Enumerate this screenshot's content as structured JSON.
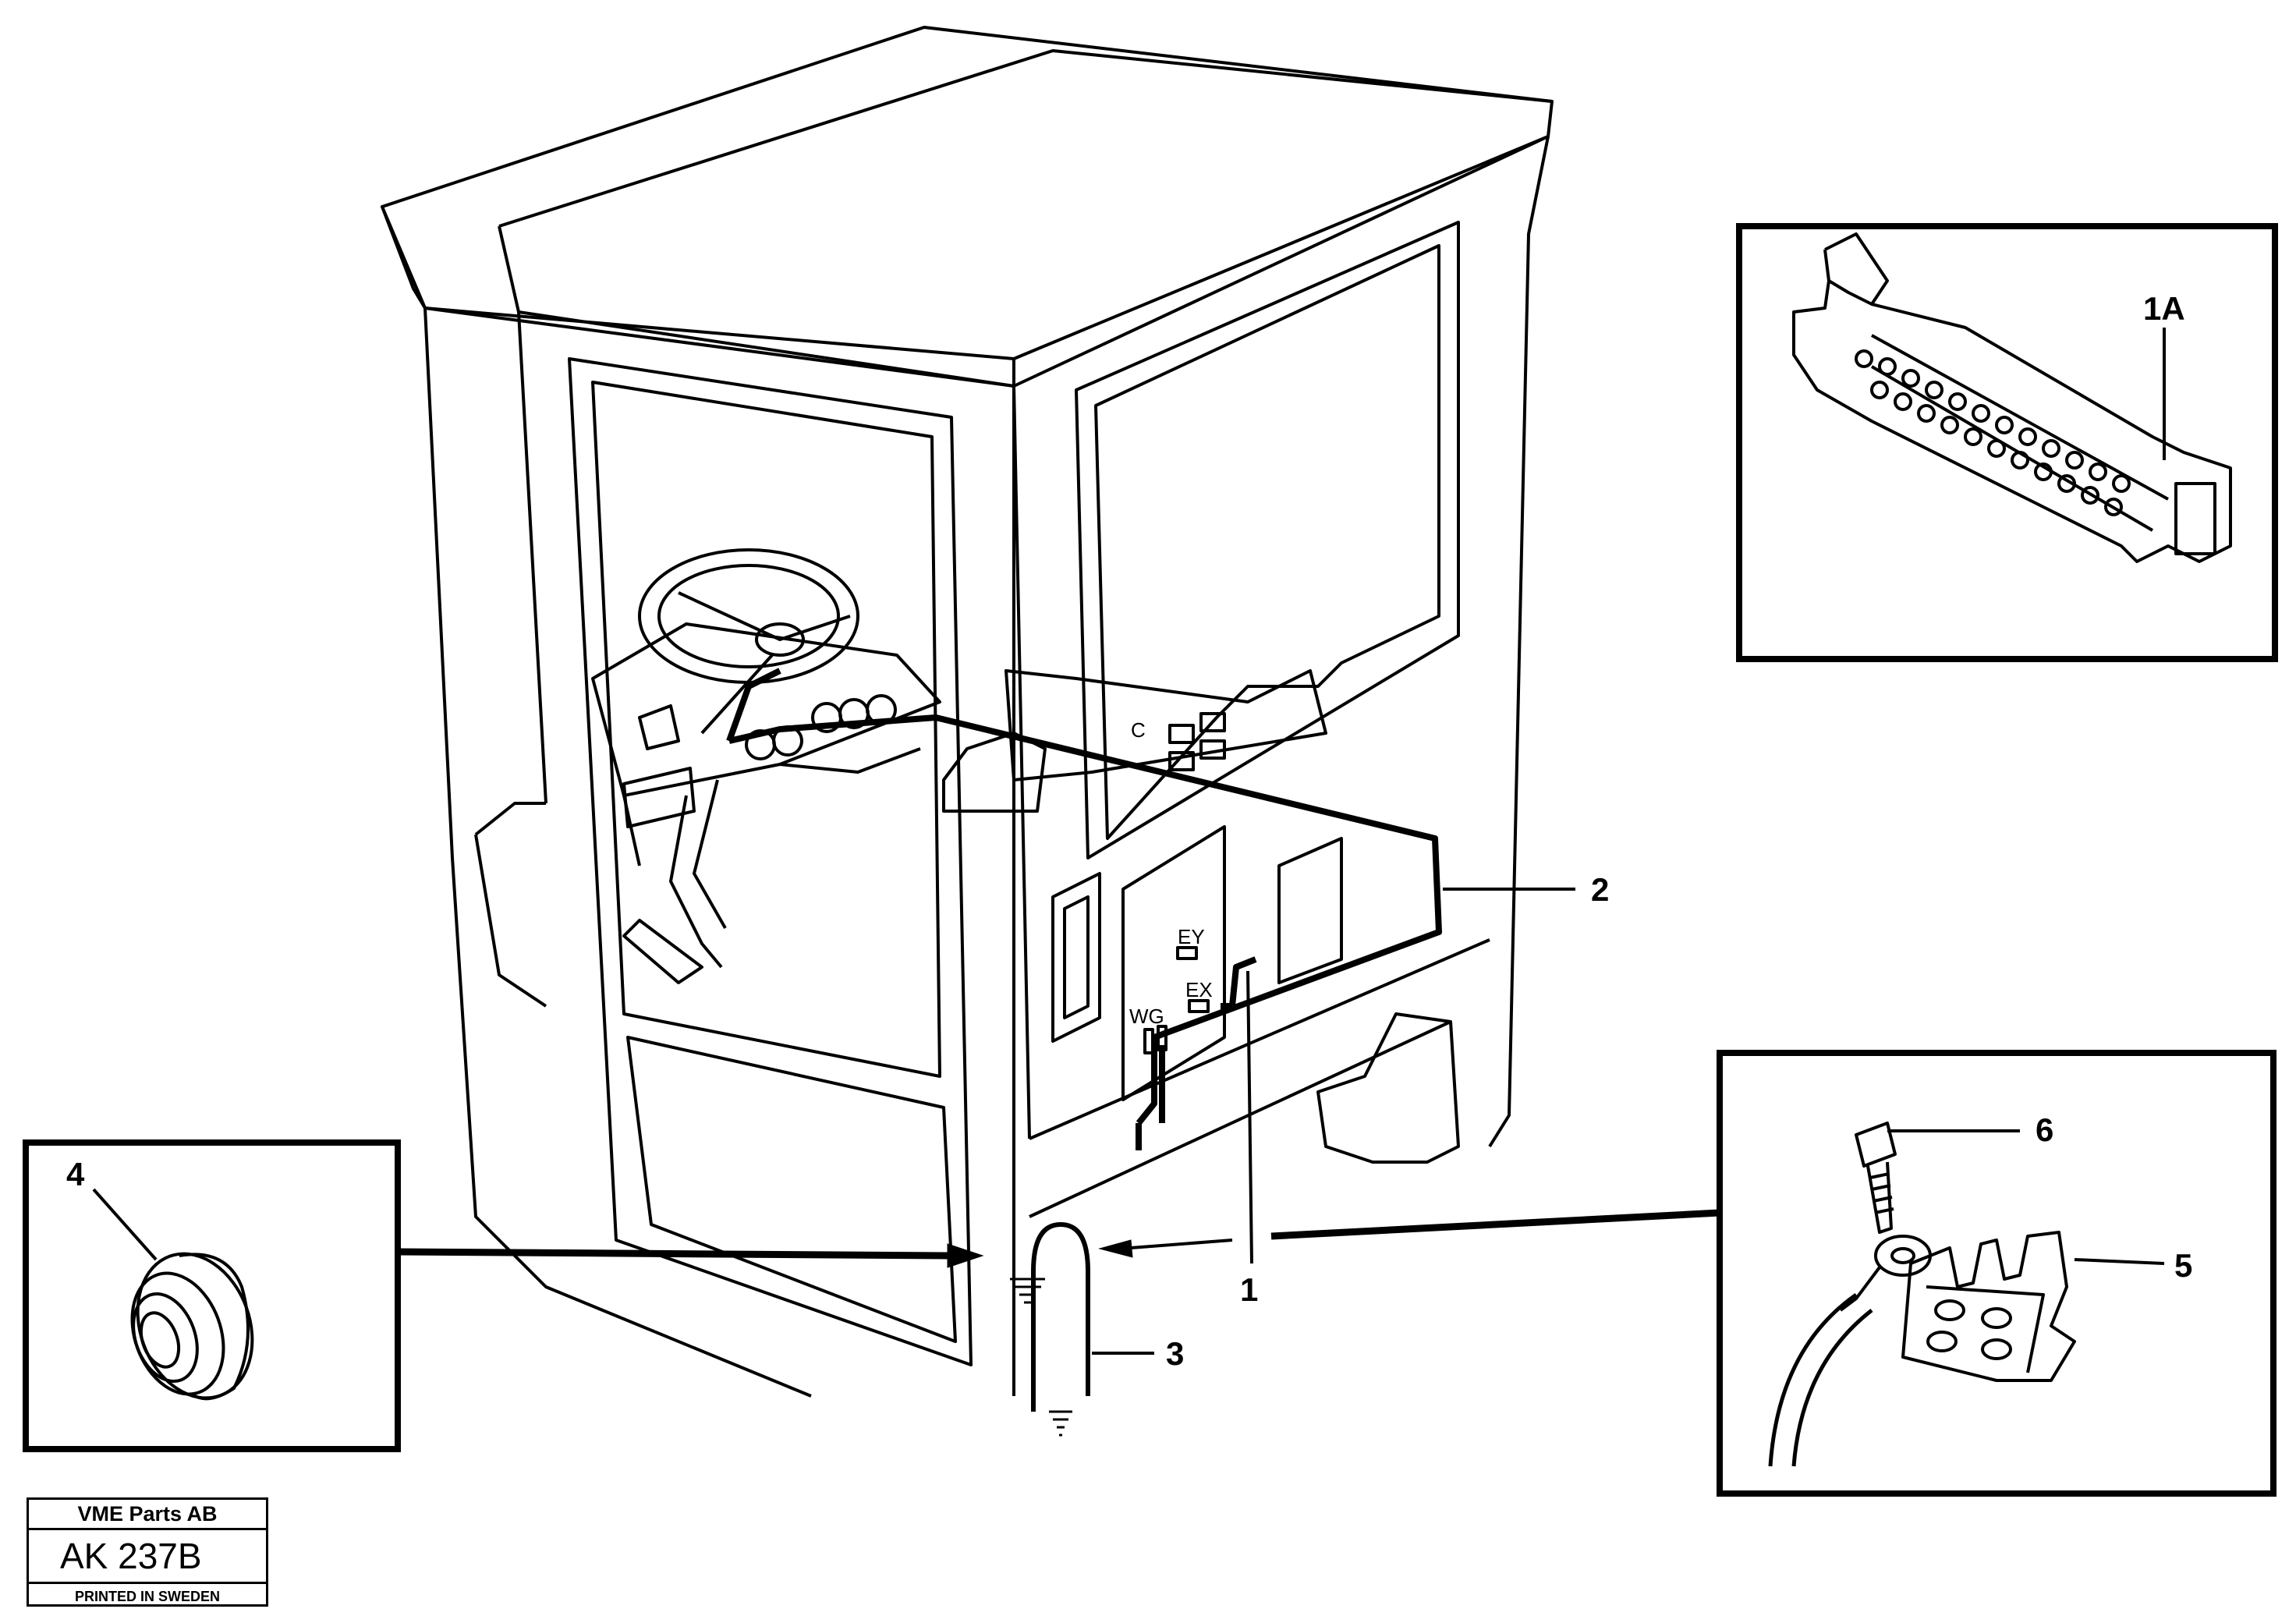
{
  "callouts": {
    "c1": "1",
    "c1a": "1A",
    "c2": "2",
    "c3": "3",
    "c4": "4",
    "c5": "5",
    "c6": "6"
  },
  "panel_marks": {
    "c": "C",
    "ey": "EY",
    "ex": "EX",
    "wg": "WG"
  },
  "title_block": {
    "company": "VME Parts AB",
    "code": "AK 237B",
    "printed": "PRINTED IN SWEDEN"
  }
}
